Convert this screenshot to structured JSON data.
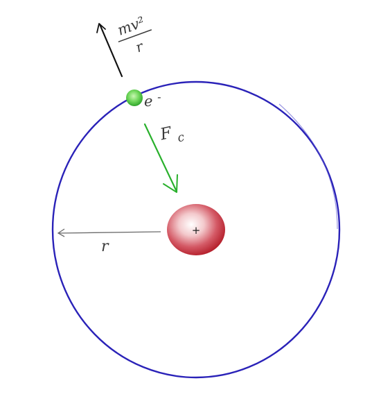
{
  "colors": {
    "orbit": "#2a22b8",
    "nucleus_core": "#ffffff",
    "nucleus_mid": "#e48a90",
    "nucleus_edge": "#b5202c",
    "electron_light": "#a6f08a",
    "electron_dark": "#2fa52c",
    "centripetal_arrow": "#29b02c",
    "outward_arrow": "#111111",
    "radius_line": "#6b6b6b",
    "label_ink": "#3a3a3a"
  },
  "labels": {
    "electron": "e-",
    "electron_sup": "-",
    "electron_base": "e",
    "centripetal_force": "Fc",
    "centripetal_F": "F",
    "centripetal_sub": "c",
    "outward_force_numerator": "mv²",
    "outward_force_denominator": "r",
    "radius": "r",
    "nucleus_charge": "+"
  },
  "icons": {
    "nucleus": "proton-nucleus",
    "electron": "electron-particle"
  }
}
